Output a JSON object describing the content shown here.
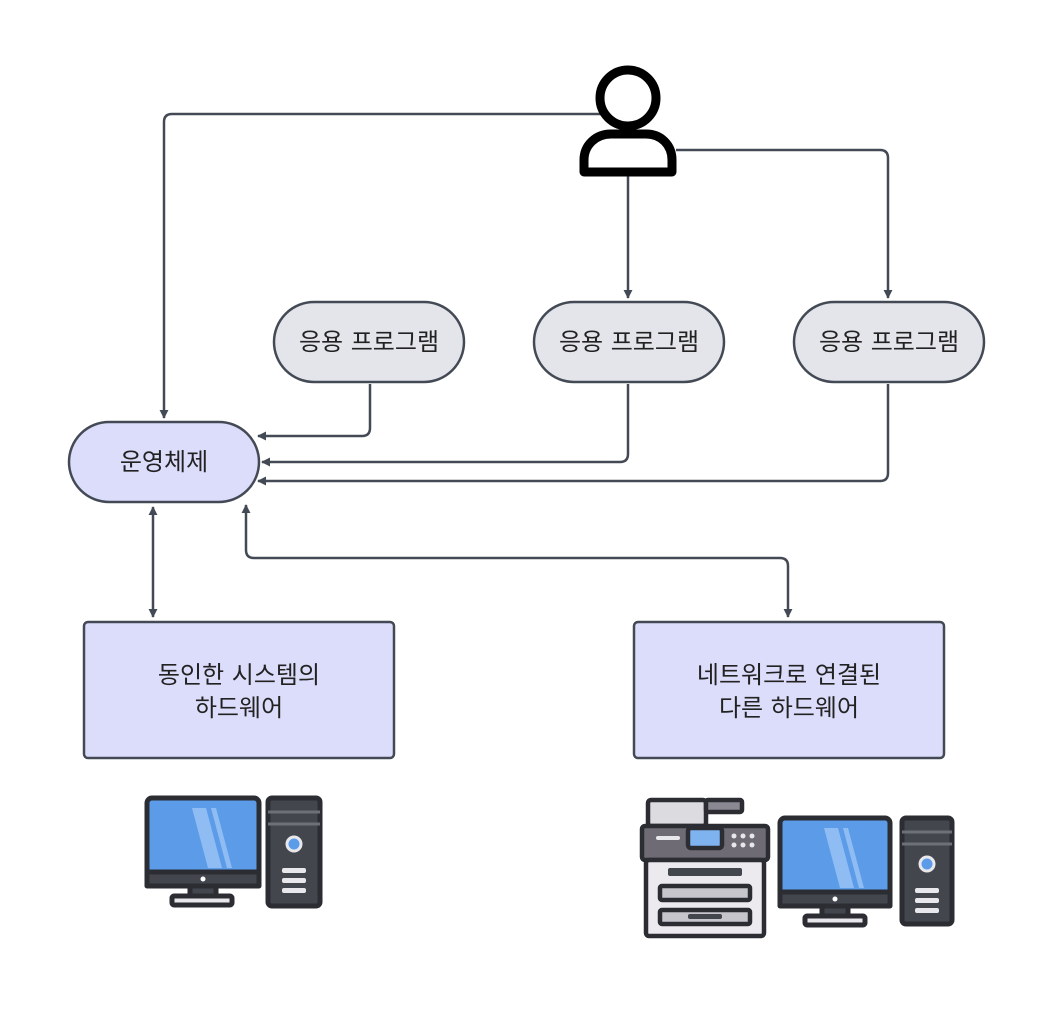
{
  "nodes": {
    "os": {
      "label": "운영체제"
    },
    "apps": [
      {
        "label": "응용 프로그램"
      },
      {
        "label": "응용 프로그램"
      },
      {
        "label": "응용 프로그램"
      }
    ],
    "local_hw": {
      "line1": "동인한 시스템의",
      "line2": "하드웨어"
    },
    "network_hw": {
      "line1": "네트워크로 연결된",
      "line2": "다른 하드웨어"
    }
  },
  "colors": {
    "edge": "#444a55",
    "app_fill": "#e3e5ea",
    "os_fill": "#dcdcfb",
    "hw_fill": "#dcdcfb",
    "node_stroke": "#444a55",
    "monitor_screen": "#5b9be8",
    "tower": "#43464d",
    "printer_body": "#eceaef"
  },
  "icons": [
    "user-icon",
    "desktop-computer-icon",
    "printer-icon",
    "desktop-computer-icon"
  ]
}
